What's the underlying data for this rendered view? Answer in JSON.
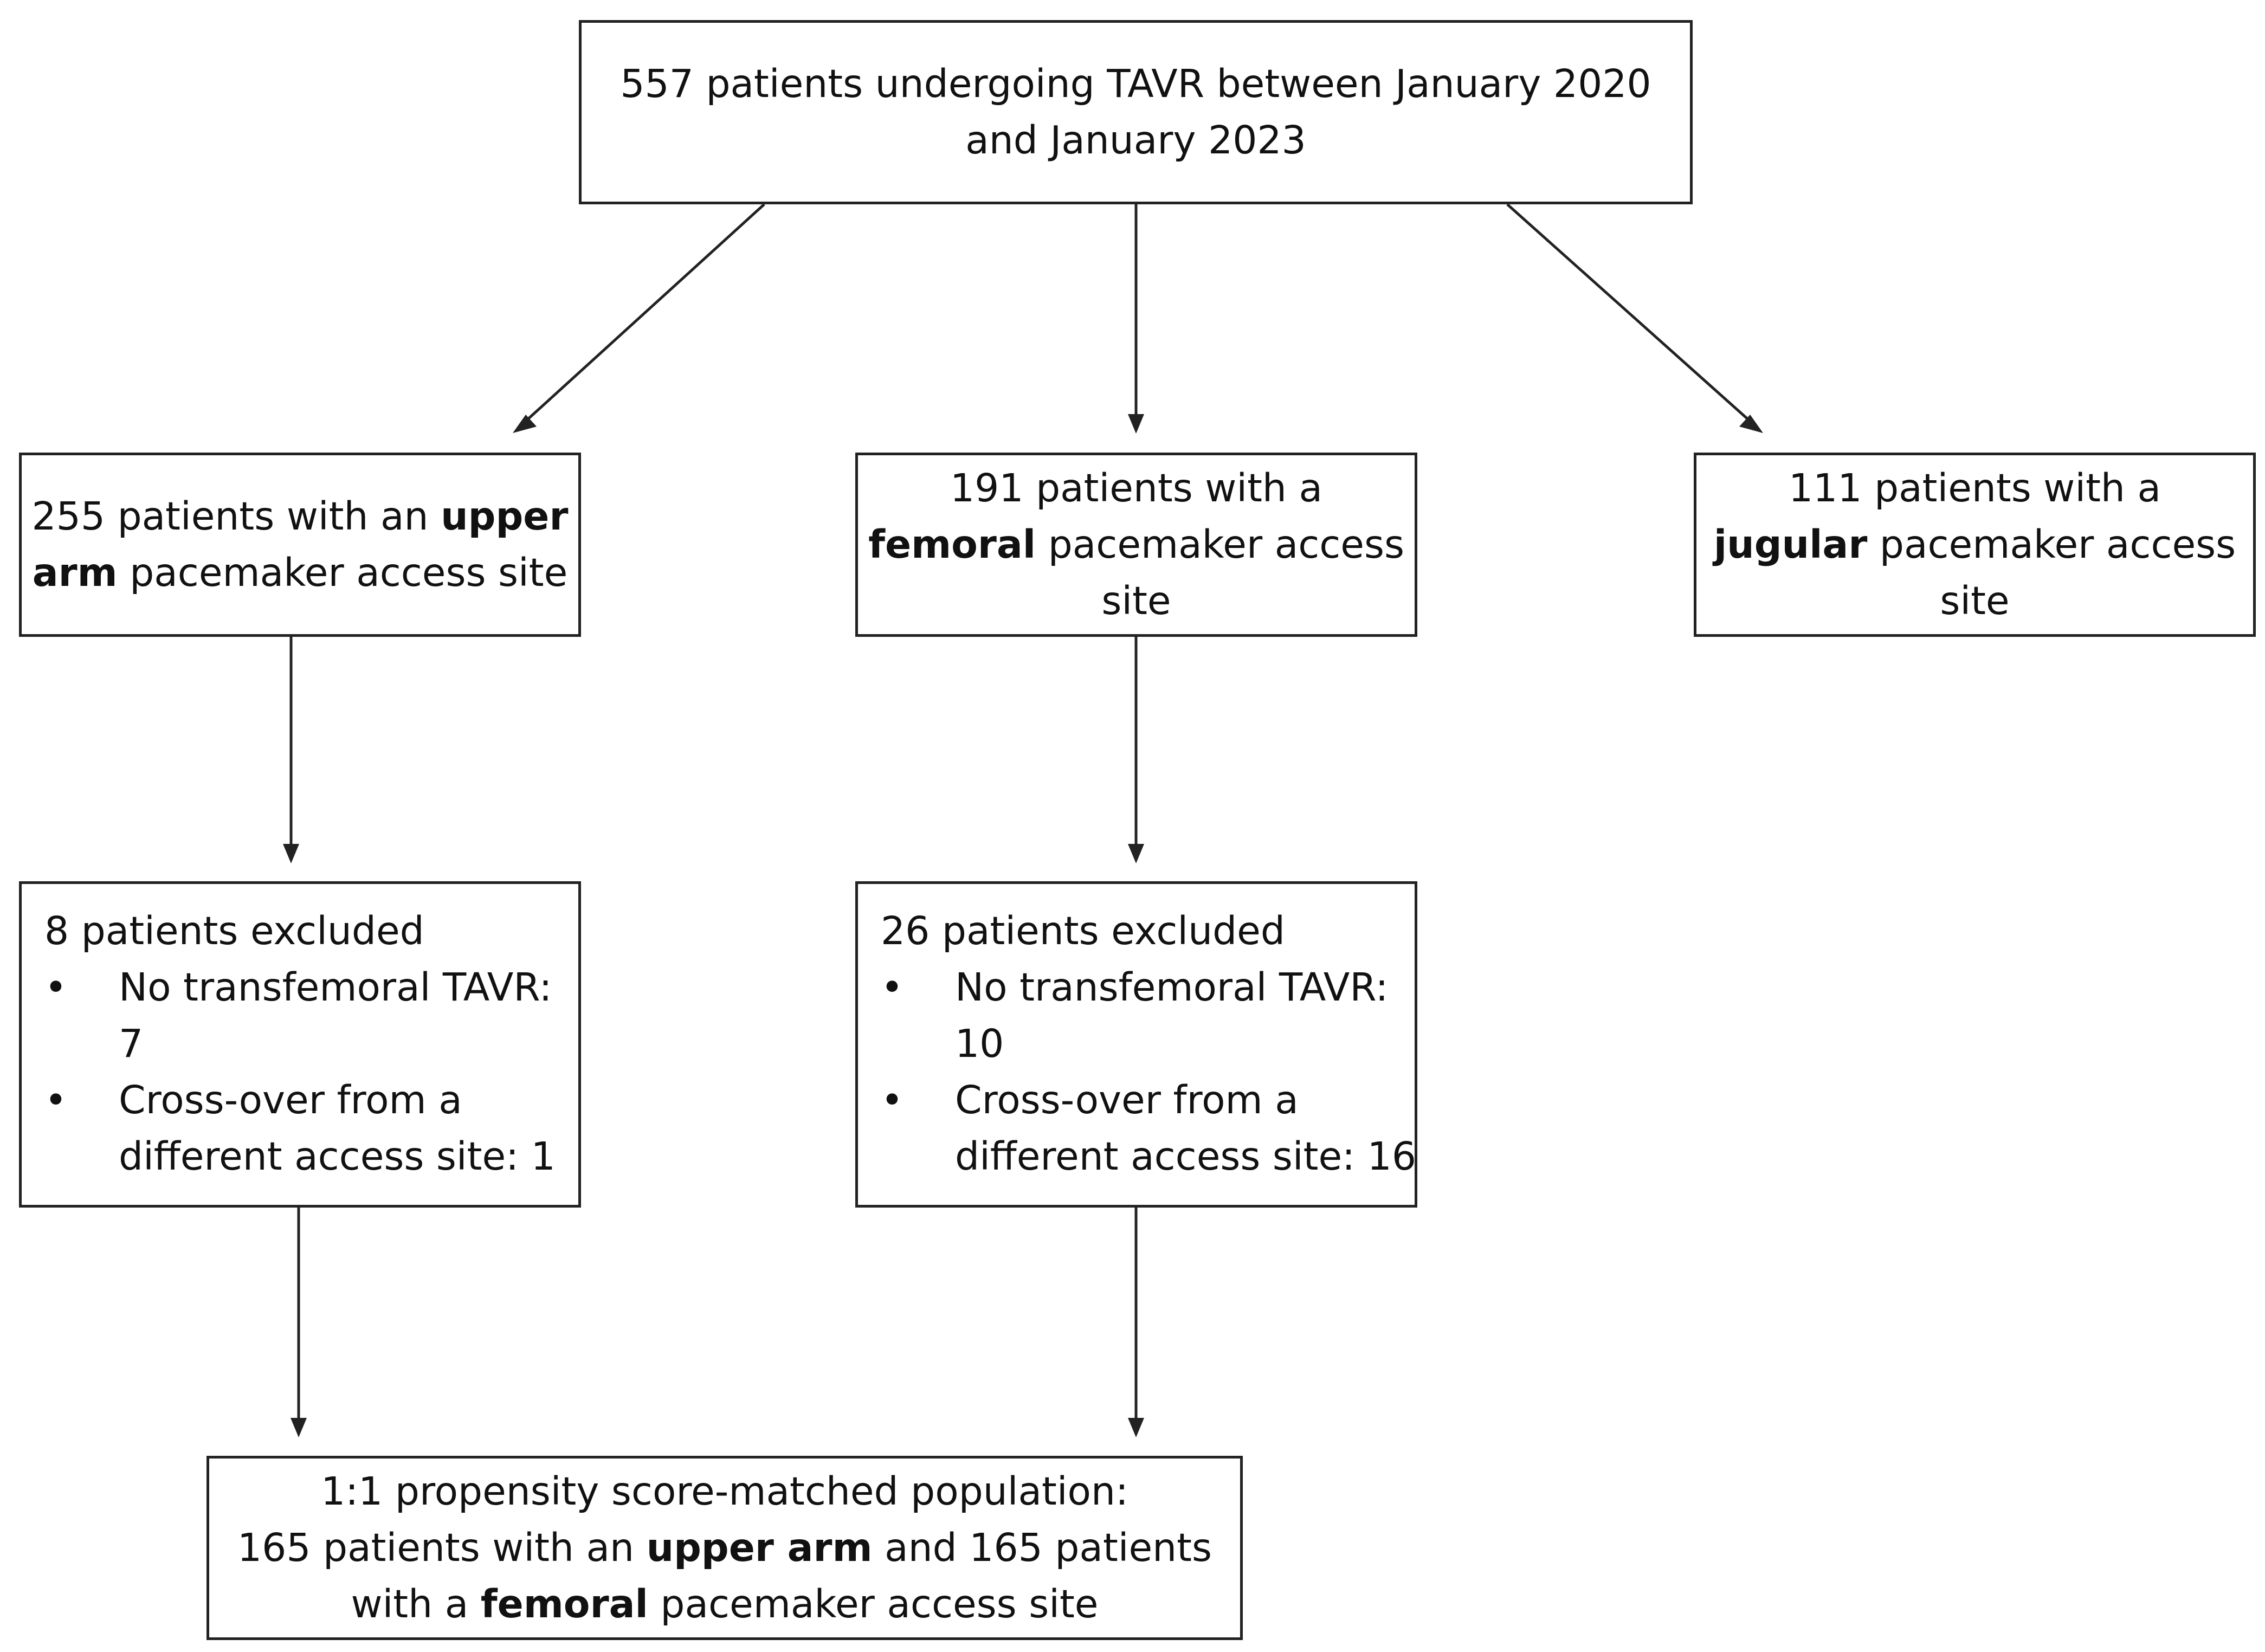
{
  "boxes": {
    "root": {
      "lines": [
        "557 patients undergoing TAVR between January 2020",
        "and January 2023"
      ]
    },
    "upper_arm": {
      "line1": "255 patients with an ",
      "line1_bold": "upper",
      "line2_bold": "arm",
      "line2": " pacemaker access site"
    },
    "femoral": {
      "line1": "191 patients with a",
      "line2_bold": "femoral",
      "line2": " pacemaker access",
      "line3": "site"
    },
    "jugular": {
      "line1": "111 patients with a",
      "line2_bold": "jugular",
      "line2": " pacemaker access",
      "line3": "site"
    },
    "upper_arm_excluded": {
      "title": "8 patients excluded",
      "bullet": "•",
      "items": [
        {
          "lines": [
            "No transfemoral TAVR:",
            "7"
          ]
        },
        {
          "lines": [
            "Cross-over from a",
            "different access site: 1"
          ]
        }
      ]
    },
    "femoral_excluded": {
      "title": "26 patients excluded",
      "bullet": "•",
      "items": [
        {
          "lines": [
            "No transfemoral TAVR:",
            "10"
          ]
        },
        {
          "lines": [
            "Cross-over from a",
            "different access site: 16"
          ]
        }
      ]
    },
    "matched": {
      "line1": "1:1 propensity score-matched population:",
      "line2_a": "165 patients with an ",
      "line2_bold": "upper arm",
      "line2_b": " and 165 patients",
      "line3_a": "with a ",
      "line3_bold": "femoral",
      "line3_b": " pacemaker access site"
    }
  },
  "colors": {
    "stroke": "#222222",
    "background": "#ffffff",
    "text": "#111111"
  }
}
